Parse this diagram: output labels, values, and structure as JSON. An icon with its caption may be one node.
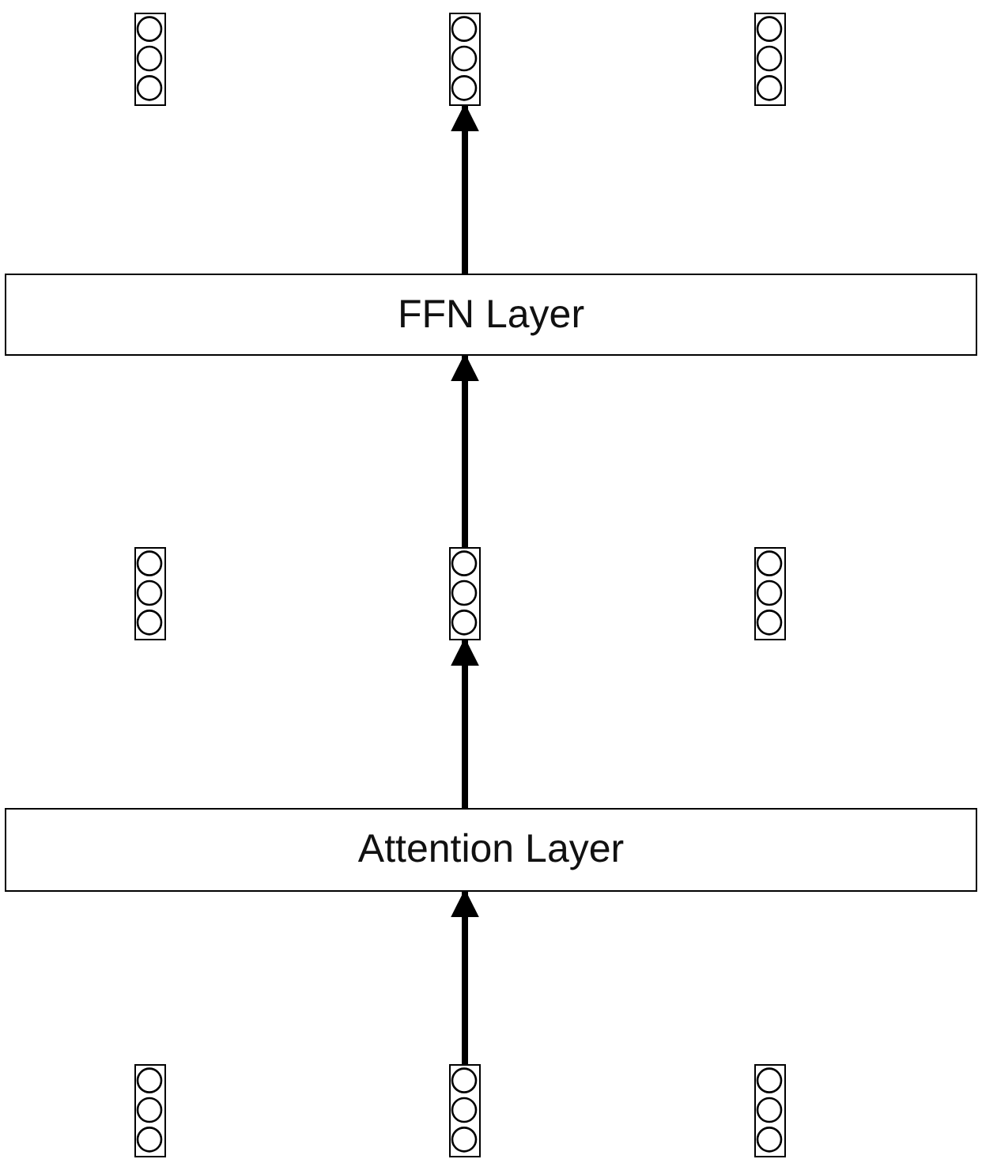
{
  "diagram": {
    "nodes": [
      {
        "text": [],
        "shape": "box"
      },
      {
        "text": [],
        "shape": "box"
      },
      {
        "text": [],
        "shape": "box"
      },
      {
        "text": [
          "FFN Layer"
        ]
      },
      {
        "text": [],
        "shape": "box"
      },
      {
        "text": [],
        "shape": "box"
      },
      {
        "text": [],
        "shape": "box"
      },
      {
        "text": [
          "Attention Layer"
        ]
      },
      {
        "text": [],
        "shape": "box"
      },
      {
        "text": [],
        "shape": "box"
      },
      {
        "text": [],
        "shape": "box"
      }
    ],
    "edges": [
      {
        "from": 9,
        "to": 7,
        "arrow": "to"
      },
      {
        "from": 7,
        "to": 5,
        "arrow": "to"
      },
      {
        "from": 5,
        "to": 3,
        "arrow": "to"
      },
      {
        "from": 3,
        "to": 1,
        "arrow": "to"
      }
    ]
  }
}
